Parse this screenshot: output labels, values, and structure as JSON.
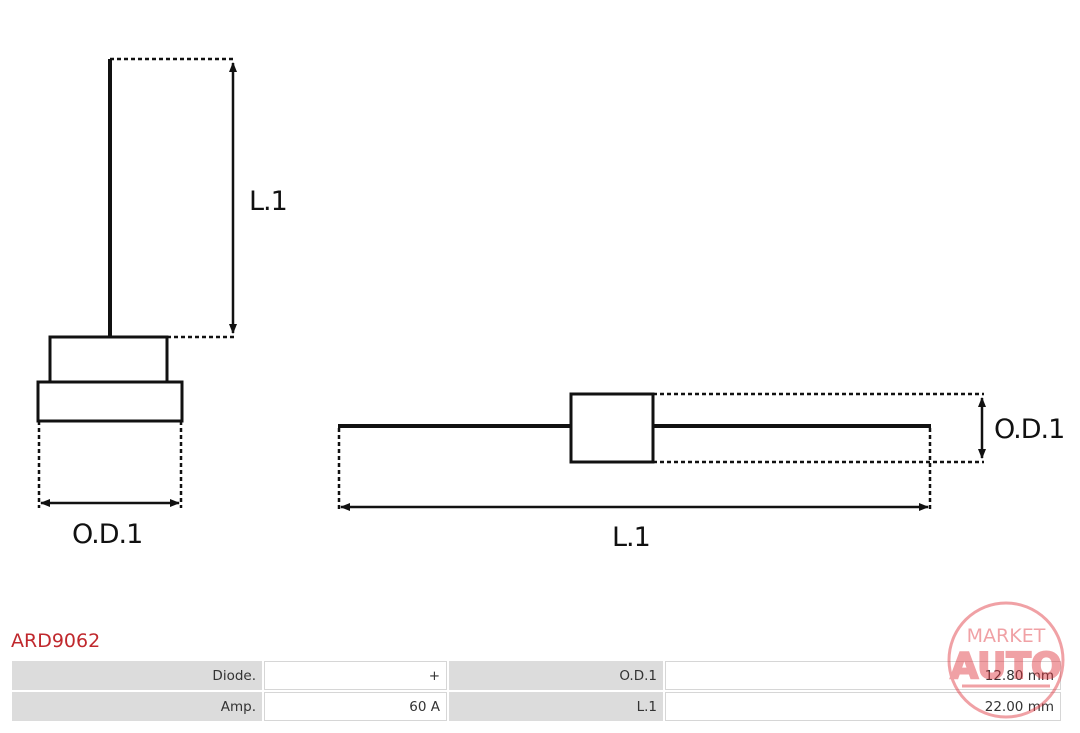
{
  "diagram": {
    "vertical_view": {
      "length_label": "L.1",
      "diameter_label": "O.D.1"
    },
    "horizontal_view": {
      "length_label": "L.1",
      "diameter_label": "O.D.1"
    }
  },
  "part_number": "ARD9062",
  "specs": {
    "rows": [
      {
        "label1": "Diode.",
        "value1": "+",
        "label2": "O.D.1",
        "value2": "12.80 mm"
      },
      {
        "label1": "Amp.",
        "value1": "60 A",
        "label2": "L.1",
        "value2": "22.00 mm"
      }
    ]
  },
  "watermark": {
    "line1": "MARKET",
    "line2": "AUTO"
  },
  "colors": {
    "accent": "#c0282d",
    "watermark": "#e0313a",
    "drawing": "#111111"
  }
}
